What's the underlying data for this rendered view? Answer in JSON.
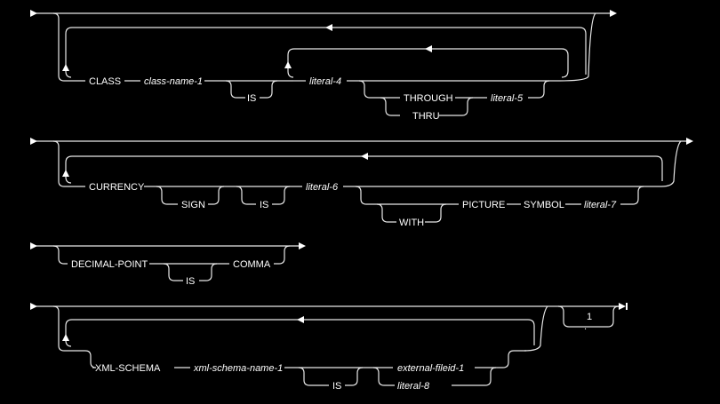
{
  "diagram": {
    "class_clause": {
      "keyword": "CLASS",
      "name": "class-name-1",
      "is": "IS",
      "literal_a": "literal-4",
      "through": "THROUGH",
      "thru": "THRU",
      "literal_b": "literal-5"
    },
    "currency_clause": {
      "keyword": "CURRENCY",
      "sign": "SIGN",
      "is": "IS",
      "literal_a": "literal-6",
      "with": "WITH",
      "picture": "PICTURE",
      "symbol": "SYMBOL",
      "literal_b": "literal-7"
    },
    "decimal_point_clause": {
      "keyword": "DECIMAL-POINT",
      "is": "IS",
      "comma": "COMMA"
    },
    "xml_schema_clause": {
      "keyword": "XML-SCHEMA",
      "name": "xml-schema-name-1",
      "is": "IS",
      "fileid": "external-fileid-1",
      "literal": "literal-8",
      "footnote": "1",
      "terminator": "."
    }
  }
}
